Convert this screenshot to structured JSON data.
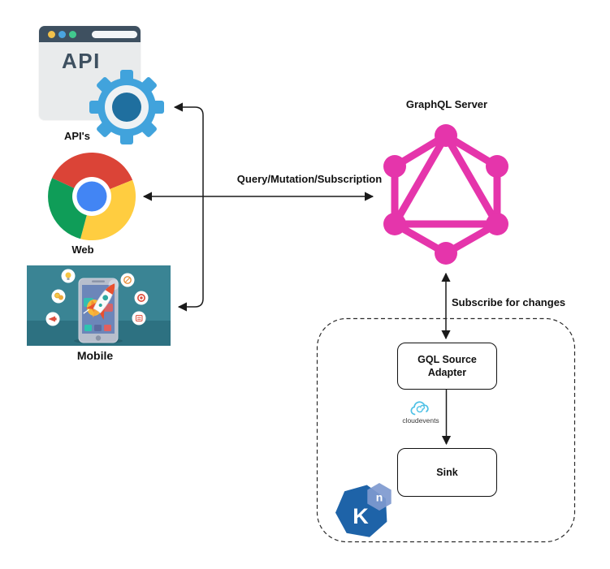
{
  "diagram": {
    "api_client": {
      "window_text": "API",
      "label": "API's"
    },
    "web_client": {
      "label": "Web"
    },
    "mobile_client": {
      "label": "Mobile"
    },
    "graphql": {
      "label": "GraphQL Server"
    },
    "arrows": {
      "query_label": "Query/Mutation/Subscription",
      "subscribe_label": "Subscribe for changes"
    },
    "knative": {
      "adapter_line1": "GQL Source",
      "adapter_line2": "Adapter",
      "sink_label": "Sink",
      "cloudevents_label": "cloudevents",
      "k_letter": "K",
      "n_letter": "n"
    },
    "colors": {
      "graphql_pink": "#E535AB",
      "gear_blue": "#41A3DC",
      "gear_core": "#1F6F9F",
      "knative_blue": "#1E63A8",
      "knative_badge": "#7E99CF",
      "cloudevents_blue": "#4EC1E6",
      "chrome_red": "#DB4437",
      "chrome_yellow": "#FFCD40",
      "chrome_green": "#0F9D58",
      "chrome_blue": "#4285F4",
      "banner_teal": "#3A8494",
      "browser_header": "#3E5060"
    }
  }
}
